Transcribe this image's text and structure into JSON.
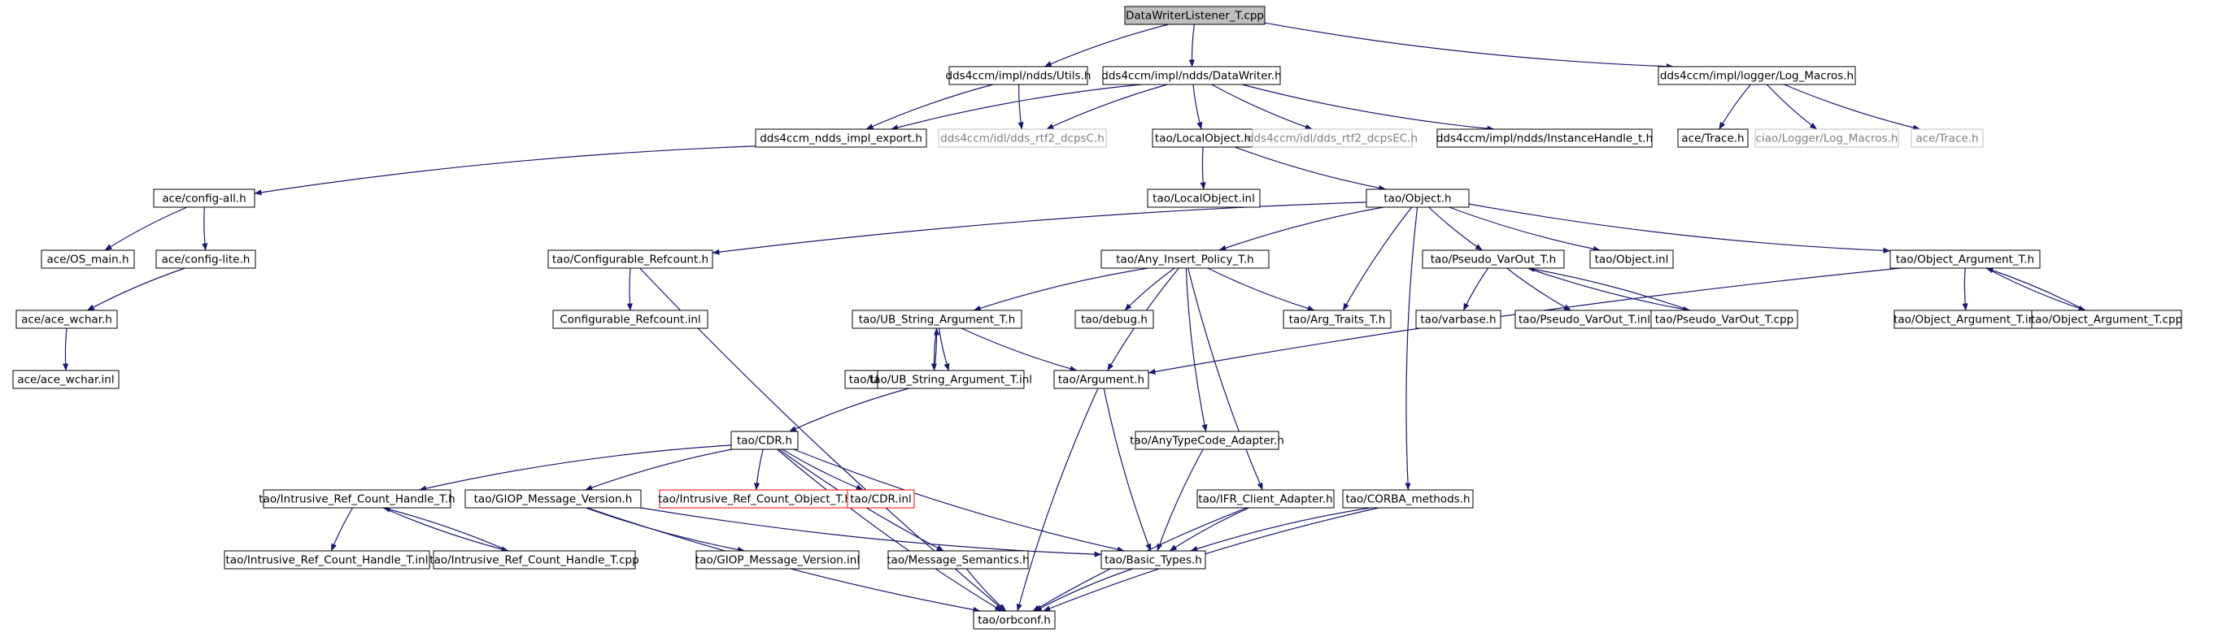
{
  "colors": {
    "edge": "#191970",
    "root_fill": "#bfbfbf",
    "box_border": "#000000",
    "muted_border": "#bfbfbf",
    "missing_border": "#ff0000"
  },
  "nodes": [
    {
      "id": "n0",
      "label": "DataWriterListener_T.cpp",
      "style": "root"
    },
    {
      "id": "n1",
      "label": "dds4ccm/impl/ndds/Utils.h",
      "style": "normal"
    },
    {
      "id": "n2",
      "label": "dds4ccm/impl/ndds/DataWriter.h",
      "style": "normal"
    },
    {
      "id": "n3",
      "label": "dds4ccm/impl/logger/Log_Macros.h",
      "style": "normal"
    },
    {
      "id": "n4",
      "label": "dds4ccm_ndds_impl_export.h",
      "style": "normal"
    },
    {
      "id": "n5",
      "label": "dds4ccm/idl/dds_rtf2_dcpsC.h",
      "style": "muted"
    },
    {
      "id": "n6",
      "label": "tao/LocalObject.h",
      "style": "normal"
    },
    {
      "id": "n7",
      "label": "dds4ccm/idl/dds_rtf2_dcpsEC.h",
      "style": "muted"
    },
    {
      "id": "n8",
      "label": "dds4ccm/impl/ndds/InstanceHandle_t.h",
      "style": "normal"
    },
    {
      "id": "n9",
      "label": "ace/Trace.h",
      "style": "normal"
    },
    {
      "id": "n10",
      "label": "ciao/Logger/Log_Macros.h",
      "style": "muted"
    },
    {
      "id": "n11",
      "label": "ace/Trace.h",
      "style": "muted"
    },
    {
      "id": "n12",
      "label": "ace/config-all.h",
      "style": "normal"
    },
    {
      "id": "n13",
      "label": "tao/LocalObject.inl",
      "style": "normal"
    },
    {
      "id": "n14",
      "label": "tao/Object.h",
      "style": "normal"
    },
    {
      "id": "n15",
      "label": "ace/OS_main.h",
      "style": "normal"
    },
    {
      "id": "n16",
      "label": "ace/config-lite.h",
      "style": "normal"
    },
    {
      "id": "n17",
      "label": "tao/Configurable_Refcount.h",
      "style": "normal"
    },
    {
      "id": "n18",
      "label": "tao/Any_Insert_Policy_T.h",
      "style": "normal"
    },
    {
      "id": "n19",
      "label": "tao/Pseudo_VarOut_T.h",
      "style": "normal"
    },
    {
      "id": "n20",
      "label": "tao/Object.inl",
      "style": "normal"
    },
    {
      "id": "n21",
      "label": "tao/Object_Argument_T.h",
      "style": "normal"
    },
    {
      "id": "n22",
      "label": "ace/ace_wchar.h",
      "style": "normal"
    },
    {
      "id": "n23",
      "label": "Configurable_Refcount.inl",
      "style": "normal"
    },
    {
      "id": "n24",
      "label": "tao/UB_String_Argument_T.h",
      "style": "normal"
    },
    {
      "id": "n25",
      "label": "tao/debug.h",
      "style": "normal"
    },
    {
      "id": "n26",
      "label": "tao/Arg_Traits_T.h",
      "style": "normal"
    },
    {
      "id": "n27",
      "label": "tao/varbase.h",
      "style": "normal"
    },
    {
      "id": "n28",
      "label": "tao/Pseudo_VarOut_T.inl",
      "style": "normal"
    },
    {
      "id": "n29",
      "label": "tao/Pseudo_VarOut_T.cpp",
      "style": "normal"
    },
    {
      "id": "n30",
      "label": "tao/Object_Argument_T.inl",
      "style": "normal"
    },
    {
      "id": "n31",
      "label": "tao/Object_Argument_T.cpp",
      "style": "normal"
    },
    {
      "id": "n32",
      "label": "ace/ace_wchar.inl",
      "style": "normal"
    },
    {
      "id": "n33",
      "label": "tao/UB_String_Argument_T.cpp",
      "style": "normal"
    },
    {
      "id": "n34",
      "label": "tao/UB_String_Argument_T.inl",
      "style": "normal"
    },
    {
      "id": "n35",
      "label": "tao/Argument.h",
      "style": "normal"
    },
    {
      "id": "n36",
      "label": "tao/CDR.h",
      "style": "normal"
    },
    {
      "id": "n37",
      "label": "tao/AnyTypeCode_Adapter.h",
      "style": "normal"
    },
    {
      "id": "n38",
      "label": "tao/Intrusive_Ref_Count_Handle_T.h",
      "style": "normal"
    },
    {
      "id": "n39",
      "label": "tao/GIOP_Message_Version.h",
      "style": "normal"
    },
    {
      "id": "n40",
      "label": "tao/Intrusive_Ref_Count_Object_T.h",
      "style": "missing"
    },
    {
      "id": "n41",
      "label": "tao/CDR.inl",
      "style": "missing"
    },
    {
      "id": "n42",
      "label": "tao/IFR_Client_Adapter.h",
      "style": "normal"
    },
    {
      "id": "n43",
      "label": "tao/CORBA_methods.h",
      "style": "normal"
    },
    {
      "id": "n44",
      "label": "tao/Intrusive_Ref_Count_Handle_T.inl",
      "style": "normal"
    },
    {
      "id": "n45",
      "label": "tao/Intrusive_Ref_Count_Handle_T.cpp",
      "style": "normal"
    },
    {
      "id": "n46",
      "label": "tao/GIOP_Message_Version.inl",
      "style": "normal"
    },
    {
      "id": "n47",
      "label": "tao/Message_Semantics.h",
      "style": "normal"
    },
    {
      "id": "n48",
      "label": "tao/Basic_Types.h",
      "style": "normal"
    },
    {
      "id": "n49",
      "label": "tao/orbconf.h",
      "style": "normal"
    }
  ],
  "edges": [
    [
      "n0",
      "n1"
    ],
    [
      "n0",
      "n2"
    ],
    [
      "n0",
      "n3"
    ],
    [
      "n1",
      "n4"
    ],
    [
      "n1",
      "n5"
    ],
    [
      "n2",
      "n4"
    ],
    [
      "n2",
      "n5"
    ],
    [
      "n2",
      "n6"
    ],
    [
      "n2",
      "n7"
    ],
    [
      "n2",
      "n8"
    ],
    [
      "n3",
      "n9"
    ],
    [
      "n3",
      "n10"
    ],
    [
      "n3",
      "n11"
    ],
    [
      "n4",
      "n12"
    ],
    [
      "n6",
      "n13"
    ],
    [
      "n6",
      "n14"
    ],
    [
      "n12",
      "n15"
    ],
    [
      "n12",
      "n16"
    ],
    [
      "n14",
      "n17"
    ],
    [
      "n14",
      "n18"
    ],
    [
      "n14",
      "n26"
    ],
    [
      "n14",
      "n19"
    ],
    [
      "n14",
      "n20"
    ],
    [
      "n14",
      "n21"
    ],
    [
      "n14",
      "n43"
    ],
    [
      "n16",
      "n22"
    ],
    [
      "n17",
      "n23"
    ],
    [
      "n17",
      "n49"
    ],
    [
      "n18",
      "n24"
    ],
    [
      "n18",
      "n25"
    ],
    [
      "n18",
      "n26"
    ],
    [
      "n18",
      "n35"
    ],
    [
      "n18",
      "n37"
    ],
    [
      "n18",
      "n42"
    ],
    [
      "n19",
      "n27"
    ],
    [
      "n19",
      "n28"
    ],
    [
      "n19",
      "n29"
    ],
    [
      "n29",
      "n19"
    ],
    [
      "n21",
      "n30"
    ],
    [
      "n21",
      "n31"
    ],
    [
      "n31",
      "n21"
    ],
    [
      "n21",
      "n35"
    ],
    [
      "n22",
      "n32"
    ],
    [
      "n24",
      "n33"
    ],
    [
      "n33",
      "n24"
    ],
    [
      "n24",
      "n34"
    ],
    [
      "n24",
      "n35"
    ],
    [
      "n33",
      "n36"
    ],
    [
      "n35",
      "n48"
    ],
    [
      "n35",
      "n49"
    ],
    [
      "n36",
      "n38"
    ],
    [
      "n36",
      "n39"
    ],
    [
      "n36",
      "n40"
    ],
    [
      "n36",
      "n41"
    ],
    [
      "n36",
      "n47"
    ],
    [
      "n36",
      "n48"
    ],
    [
      "n36",
      "n49"
    ],
    [
      "n37",
      "n48"
    ],
    [
      "n38",
      "n44"
    ],
    [
      "n38",
      "n45"
    ],
    [
      "n45",
      "n38"
    ],
    [
      "n39",
      "n46"
    ],
    [
      "n39",
      "n48"
    ],
    [
      "n39",
      "n49"
    ],
    [
      "n42",
      "n48"
    ],
    [
      "n42",
      "n49"
    ],
    [
      "n43",
      "n48"
    ],
    [
      "n43",
      "n49"
    ],
    [
      "n47",
      "n49"
    ],
    [
      "n48",
      "n49"
    ]
  ]
}
